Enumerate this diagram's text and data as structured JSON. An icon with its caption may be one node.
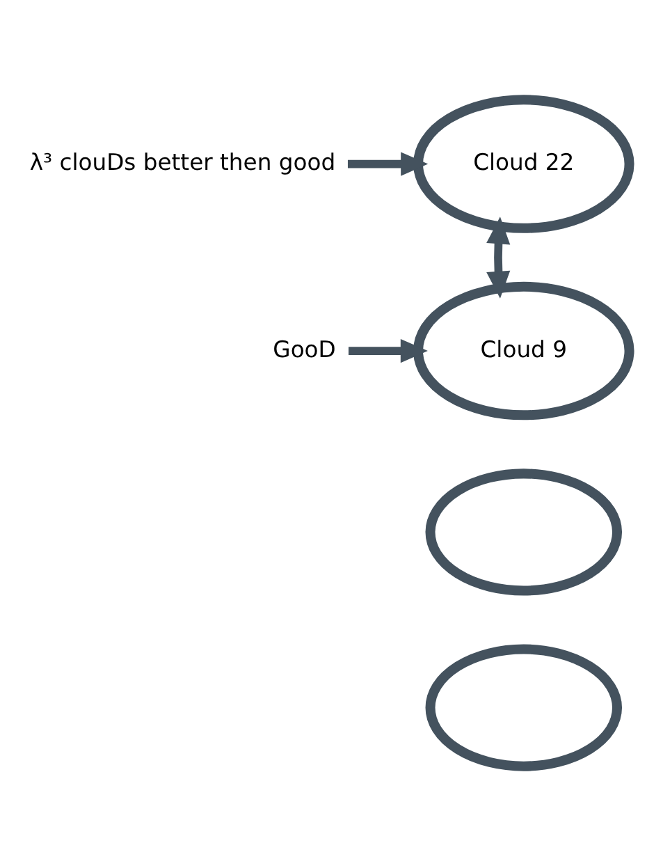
{
  "diagram": {
    "nodes": [
      {
        "text": [
          "Cloud 22"
        ]
      },
      {
        "text": [
          "λ³ clouDs better then good"
        ]
      },
      {
        "text": [
          "GooD"
        ]
      },
      {
        "text": [
          "Cloud 9"
        ]
      },
      {
        "text": [],
        "shape": "cloud"
      },
      {
        "text": [],
        "shape": "cloud"
      }
    ],
    "edges": [
      {
        "from": 1,
        "to": 0,
        "arrow": "to"
      },
      {
        "from": 0,
        "to": 3,
        "arrow": "both"
      },
      {
        "from": 2,
        "to": 3,
        "arrow": "to"
      }
    ]
  }
}
